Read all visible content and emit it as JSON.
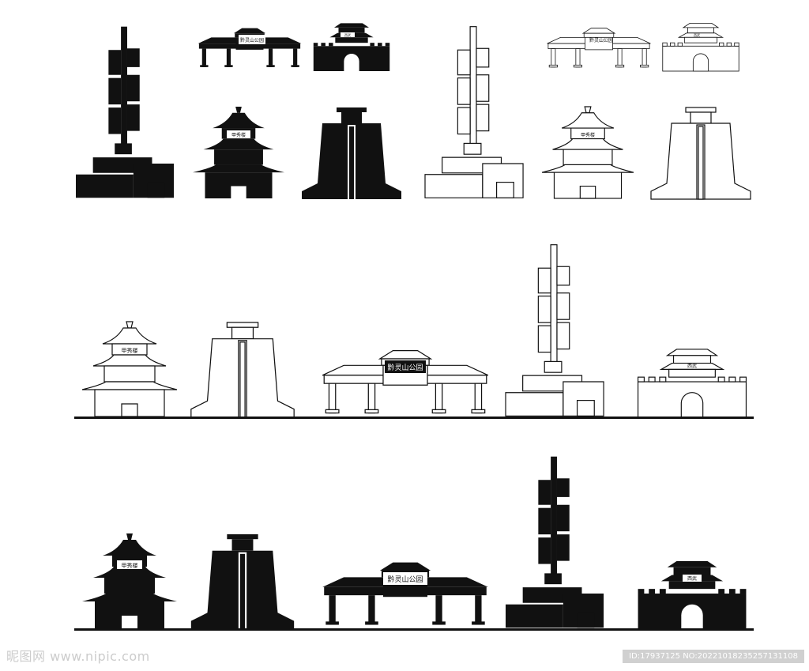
{
  "signs": {
    "park_gate": "黔灵山公园",
    "pagoda": "甲秀楼",
    "city_gate": "西武"
  },
  "colors": {
    "ink": "#111111",
    "background": "#ffffff",
    "watermark": "#cccccc"
  },
  "watermark": {
    "site": "昵图网 www.nipic.com",
    "id_text": "ID:17937125 NO:20221018235257131108"
  }
}
